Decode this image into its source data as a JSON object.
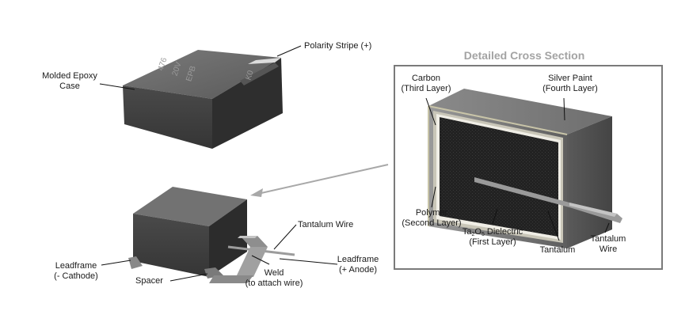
{
  "chip_marking": {
    "lines": [
      "476",
      "20V",
      "EPB"
    ],
    "polarity_mark": "K0"
  },
  "labels": {
    "polarity_stripe": "Polarity Stripe (+)",
    "molded_epoxy_case": [
      "Molded Epoxy",
      "Case"
    ],
    "tantalum_wire_top": "Tantalum Wire",
    "leadframe_anode": [
      "Leadframe",
      "(+ Anode)"
    ],
    "leadframe_cathode": [
      "Leadframe",
      "(- Cathode)"
    ],
    "spacer": "Spacer",
    "weld": [
      "Weld",
      "(to attach wire)"
    ]
  },
  "cross_section": {
    "title": "Detailed Cross Section",
    "carbon": [
      "Carbon",
      "(Third Layer)"
    ],
    "silver_paint": [
      "Silver Paint",
      "(Fourth Layer)"
    ],
    "polymer": [
      "Polymer",
      "(Second Layer)"
    ],
    "dielectric": {
      "prefix": "Ta",
      "sub1": "2",
      "mid": "O",
      "sub2": "5",
      "suffix": " Dielectric",
      "line2": "(First Layer)"
    },
    "tantalum": "Tantalum",
    "tantalum_wire": [
      "Tantalum",
      "Wire"
    ]
  },
  "colors": {
    "body_top": "#686868",
    "body_front": "#3e3e3e",
    "body_side": "#2c2c2c",
    "core": "#222222",
    "frame": "#7a7a7a",
    "pointer": "#a8a8a8",
    "title": "#a3a3a3"
  }
}
